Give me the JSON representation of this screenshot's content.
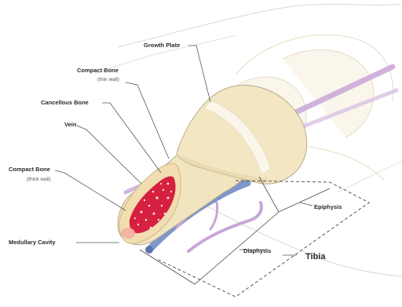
{
  "labels": {
    "growth_plate": "Growth Plate",
    "compact_bone_thin": "Compact Bone",
    "compact_bone_thin_note": "(thin wall)",
    "cancellous_bone": "Cancellous Bone",
    "vein": "Vein",
    "compact_bone_thick": "Compact Bone",
    "compact_bone_thick_note": "(thick wall)",
    "medullary_cavity": "Medullary Cavity",
    "epiphysis": "Epiphysis",
    "diaphysis": "Diaphysis",
    "tibia": "Tibia"
  },
  "colors": {
    "bone": "#f3e9c8",
    "bone_shade": "#e6d6a6",
    "growth_plate": "#f7efe0",
    "cancellous": "#d6203f",
    "vein": "#7f96c9",
    "vessel": "#c9a6d8",
    "marrow": "#f2b0a0"
  }
}
